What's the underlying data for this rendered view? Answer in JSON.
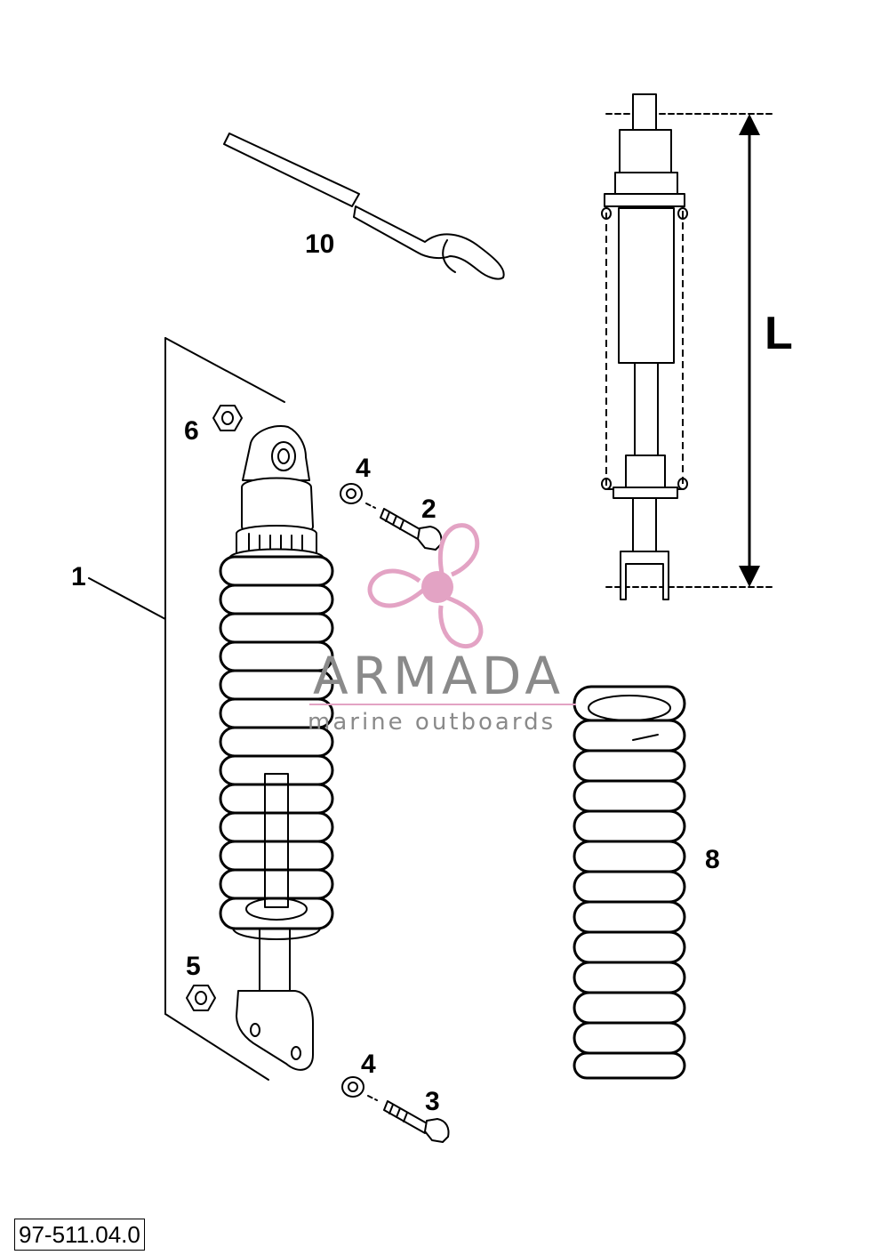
{
  "doc_ref": "97-511.04.0",
  "callouts": {
    "c10": "10",
    "c6": "6",
    "c4a": "4",
    "c2": "2",
    "c1": "1",
    "c5": "5",
    "c4b": "4",
    "c3": "3",
    "c8": "8"
  },
  "dimension_label": "L",
  "watermark": {
    "name": "ARMADA",
    "tagline": "marine outboards",
    "color": "#e3a3c4"
  }
}
